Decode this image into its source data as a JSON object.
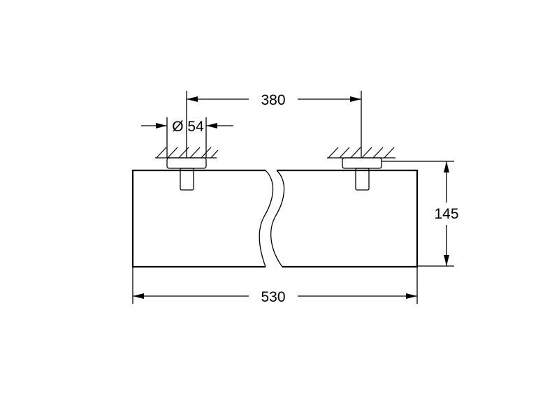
{
  "drawing": {
    "kind": "technical dimension drawing",
    "colors": {
      "line": "#000000",
      "background": "#ffffff"
    },
    "dimensions": {
      "mount_spacing": "380",
      "mount_diameter": "Ø 54",
      "overall_length": "530",
      "depth": "145"
    }
  }
}
